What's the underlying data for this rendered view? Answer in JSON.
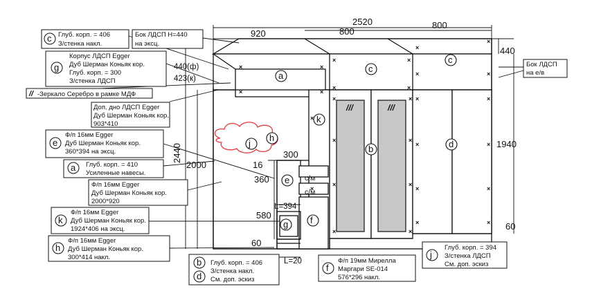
{
  "dimensions": {
    "total_width": "2520",
    "width_left": "920",
    "width_mid": "800",
    "width_right": "800",
    "height_total": "2440",
    "height_main": "2000",
    "height_right": "1940",
    "top_depth_f": "440(ф)",
    "top_depth_k": "423(к)",
    "top_right": "440",
    "plinth_right": "60",
    "plinth_left": "60",
    "d300": "300",
    "d16": "16",
    "d360": "360",
    "d580": "580",
    "l394": "L=394",
    "l20": "L=20"
  },
  "drawer_labels": [
    "с/м",
    "с/м"
  ],
  "mirror_marks": [
    "///",
    "///"
  ],
  "legend": {
    "c_label": "c",
    "c_text": [
      "Глуб. корп. = 406",
      "З/стенка накл."
    ],
    "bok_top": [
      "Бок ЛДСП Н=440",
      "на эксц."
    ],
    "g_label": "g",
    "g_text": [
      "Корпус ЛДСП Egger",
      "Дуб Шерман Коньяк кор.",
      "Глуб. корп. = 300",
      "З/стенка ЛДСП"
    ],
    "mirror_text": "-Зеркало Серебро в рамке МДФ",
    "dno_text": [
      "Доп. дно ЛДСП Egger",
      "Дуб Шерман Коньяк кор.",
      "903*410"
    ],
    "e_label": "e",
    "e_text": [
      "Ф/п 16мм Egger",
      "Дуб Шерман Коньяк кор.",
      "360*394 на эксц."
    ],
    "a_label": "a",
    "a_text": [
      "Глуб. корп. = 410",
      "Усиленные навесы."
    ],
    "fp_text": [
      "Ф/п 16мм Egger",
      "Дуб Шерман Коньяк кор.",
      "2000*920"
    ],
    "k_label": "k",
    "k_text": [
      "Ф/п 16мм Egger",
      "Дуб Шерман Коньяк кор.",
      "1924*406 на эксц."
    ],
    "h_label": "h",
    "h_text": [
      "Ф/п 16мм Egger",
      "Дуб Шерман Коньяк кор.",
      "300*414 накл."
    ],
    "bd_b_label": "b",
    "bd_b_text": "Глуб. корп. = 406",
    "bd_b_text2": "З/стенка накл.",
    "bd_d_label": "d",
    "bd_d_text": "См. доп. эскиз",
    "f_label": "f",
    "f_text": [
      "Ф/п 19мм Мирелла",
      "Маргари SE-014",
      "576*296 накл."
    ],
    "j_label": "j",
    "j_text": [
      "Глуб. корп. = 394",
      "З/стенка ЛДСП",
      "См. доп. эскиз"
    ],
    "bok_right": [
      "Бок ЛДСП",
      "на е/в"
    ]
  },
  "markers": {
    "a": "a",
    "c1": "c",
    "c2": "c",
    "b": "b",
    "d": "d",
    "k": "k",
    "e": "e",
    "f": "f",
    "g": "g",
    "j": "j",
    "h": "h"
  }
}
